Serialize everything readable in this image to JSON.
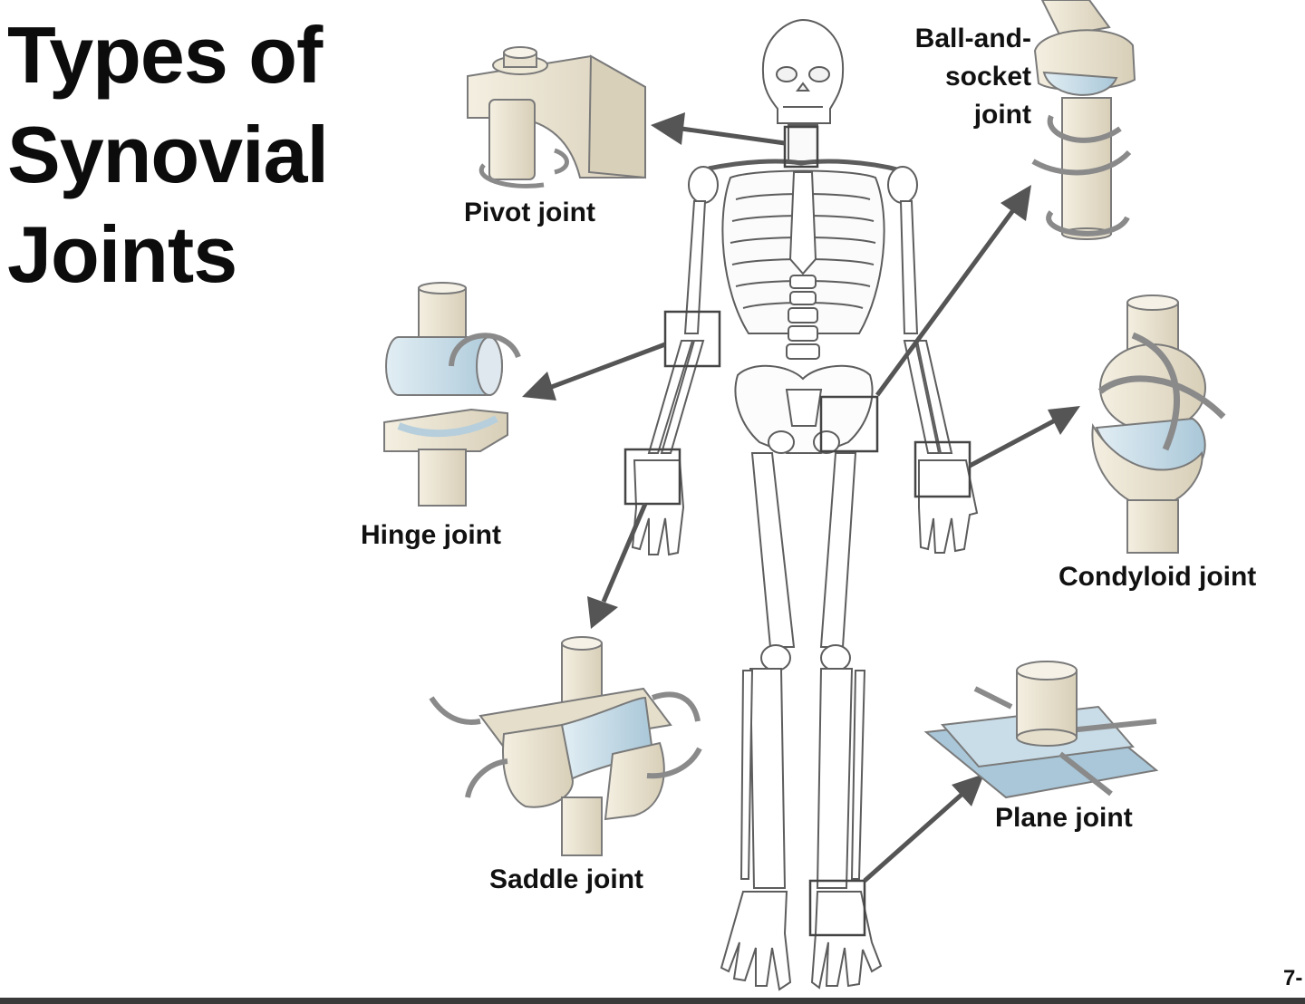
{
  "title": {
    "line1": "Types of",
    "line2": "Synovial",
    "line3": "Joints"
  },
  "labels": {
    "pivot": "Pivot joint",
    "hinge": "Hinge joint",
    "saddle": "Saddle joint",
    "ball1": "Ball-and-",
    "ball2": "socket",
    "ball3": "joint",
    "condyloid": "Condyloid joint",
    "plane": "Plane joint"
  },
  "page_number": "7-",
  "colors": {
    "bone": "#ebe5d3",
    "bone_shade": "#d6ceb7",
    "cartilage": "#c9dde8",
    "arrow": "#555555",
    "motion_arrow": "#9a9a9a",
    "outline": "#6f6f6f"
  }
}
